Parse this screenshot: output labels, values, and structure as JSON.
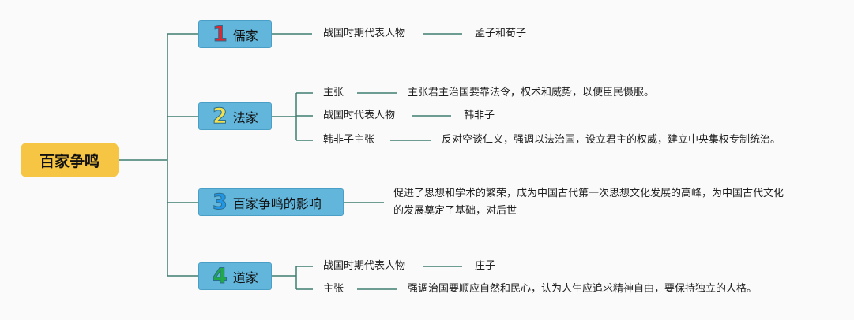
{
  "root": {
    "label": "百家争鸣"
  },
  "colors": {
    "line": "#3d7d6f",
    "root_fill": "#f7c544",
    "topic_fill": "#62b6db"
  },
  "topics": [
    {
      "num": "1",
      "num_color": "#e0262f",
      "label": "儒家",
      "items": [
        {
          "key": "战国时期代表人物",
          "value": "孟子和荀子"
        }
      ]
    },
    {
      "num": "2",
      "num_color": "#f4e04d",
      "label": "法家",
      "items": [
        {
          "key": "主张",
          "value": "主张君主治国要靠法令，权术和威势，以使臣民慑服。"
        },
        {
          "key": "战国时代表人物",
          "value": "韩非子"
        },
        {
          "key": "韩非子主张",
          "value": "反对空谈仁义，强调以法治国，设立君主的权威，建立中央集权专制统治。"
        }
      ]
    },
    {
      "num": "3",
      "num_color": "#2196e6",
      "label": "百家争鸣的影响",
      "text": "促进了思想和学术的繁荣，成为中国古代第一次思想文化发展的高峰，为中国古代文化的发展奠定了基础，对后世"
    },
    {
      "num": "4",
      "num_color": "#22a84a",
      "label": "道家",
      "items": [
        {
          "key": "战国时期代表人物",
          "value": "庄子"
        },
        {
          "key": "主张",
          "value": "强调治国要顺应自然和民心，认为人生应追求精神自由，要保持独立的人格。"
        }
      ]
    }
  ]
}
